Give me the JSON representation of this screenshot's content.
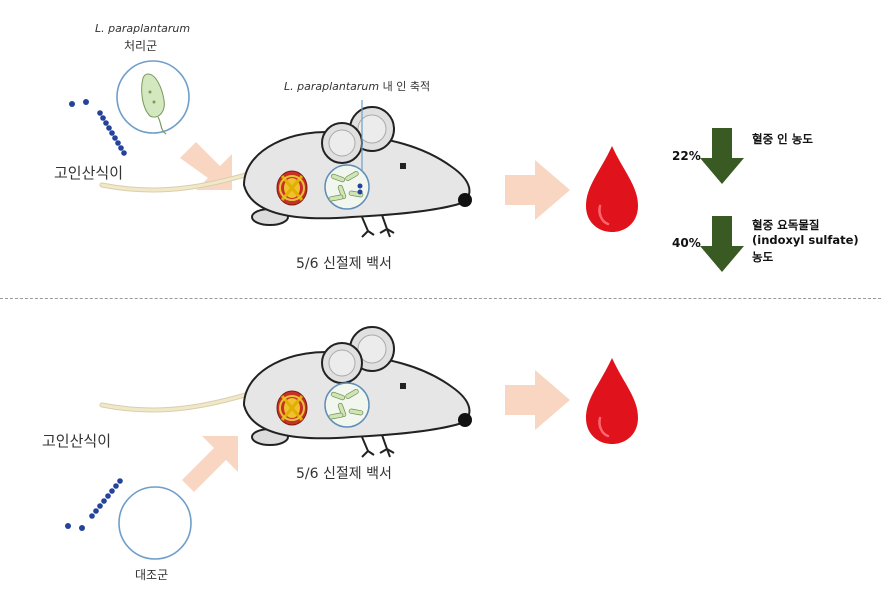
{
  "treated": {
    "group_species": "L. paraplantarum",
    "group_label": "처리군",
    "diet_label": "고인산식이",
    "accumulation_species": "L. paraplantarum",
    "accumulation_text": "내 인 축적",
    "mouse_label": "5/6 신절제 백서",
    "results": [
      {
        "percent": "22%",
        "line1": "혈중 인 농도",
        "line2": "",
        "line3": ""
      },
      {
        "percent": "40%",
        "line1": "혈중 요독물질",
        "line2": "(indoxyl sulfate)",
        "line3": "농도"
      }
    ]
  },
  "control": {
    "diet_label": "고인산식이",
    "mouse_label": "5/6 신절제 백서",
    "group_label": "대조군"
  },
  "colors": {
    "arrow_peach": "#f8d6c2",
    "blood_red": "#e0121b",
    "down_arrow_green": "#3a5a24",
    "phosphate_dots": "#24439c",
    "bacteria_fill": "#d4e8c0",
    "mouse_body": "#e6e6e6",
    "kidney_red": "#c93024"
  },
  "icons": [
    "bacteria-circle-icon",
    "phosphate-chain-icon",
    "mouse-icon",
    "kidney-icon",
    "blood-drop-icon",
    "down-arrow-icon",
    "right-arrow-icon"
  ]
}
